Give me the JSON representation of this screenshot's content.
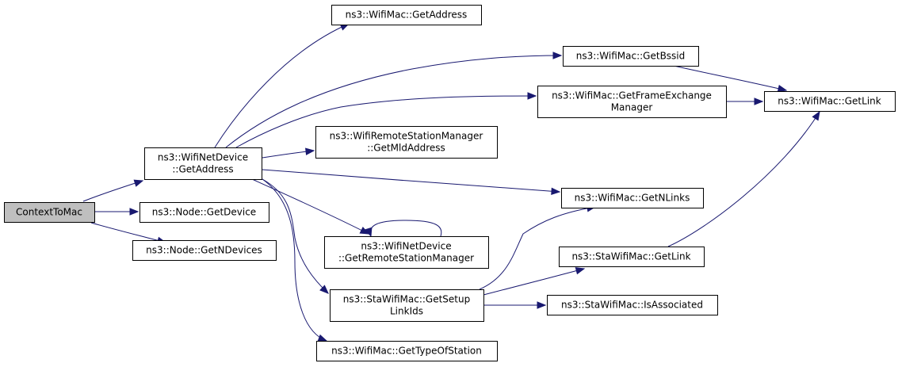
{
  "colors": {
    "edge": "#191970",
    "root_fill": "#bfbfbf",
    "node_fill": "#ffffff",
    "border": "#000000"
  },
  "nodes": [
    {
      "id": "context_to_mac",
      "lines": [
        "ContextToMac"
      ],
      "root": true
    },
    {
      "id": "wifinetdevice_getaddress",
      "lines": [
        "ns3::WifiNetDevice",
        "::GetAddress"
      ]
    },
    {
      "id": "node_getdevice",
      "lines": [
        "ns3::Node::GetDevice"
      ]
    },
    {
      "id": "node_getndevices",
      "lines": [
        "ns3::Node::GetNDevices"
      ]
    },
    {
      "id": "wifimac_getaddress",
      "lines": [
        "ns3::WifiMac::GetAddress"
      ]
    },
    {
      "id": "wifimac_getbssid",
      "lines": [
        "ns3::WifiMac::GetBssid"
      ]
    },
    {
      "id": "wifimac_getframeexchangemanager",
      "lines": [
        "ns3::WifiMac::GetFrameExchange",
        "Manager"
      ]
    },
    {
      "id": "wifiremotestationmanager_getmldaddress",
      "lines": [
        "ns3::WifiRemoteStationManager",
        "::GetMldAddress"
      ]
    },
    {
      "id": "wifimac_getnlinks",
      "lines": [
        "ns3::WifiMac::GetNLinks"
      ]
    },
    {
      "id": "wifinetdevice_getremotestationmanager",
      "lines": [
        "ns3::WifiNetDevice",
        "::GetRemoteStationManager"
      ]
    },
    {
      "id": "stawifimac_getsetuplinkids",
      "lines": [
        "ns3::StaWifiMac::GetSetup",
        "LinkIds"
      ]
    },
    {
      "id": "wifimac_gettypeofstation",
      "lines": [
        "ns3::WifiMac::GetTypeOfStation"
      ]
    },
    {
      "id": "wifimac_getlink",
      "lines": [
        "ns3::WifiMac::GetLink"
      ]
    },
    {
      "id": "stawifimac_getlink",
      "lines": [
        "ns3::StaWifiMac::GetLink"
      ]
    },
    {
      "id": "stawifimac_isassociated",
      "lines": [
        "ns3::StaWifiMac::IsAssociated"
      ]
    }
  ],
  "edges": [
    {
      "from": "context_to_mac",
      "to": "wifinetdevice_getaddress"
    },
    {
      "from": "context_to_mac",
      "to": "node_getdevice"
    },
    {
      "from": "context_to_mac",
      "to": "node_getndevices"
    },
    {
      "from": "wifinetdevice_getaddress",
      "to": "wifimac_getaddress"
    },
    {
      "from": "wifinetdevice_getaddress",
      "to": "wifimac_getbssid"
    },
    {
      "from": "wifinetdevice_getaddress",
      "to": "wifimac_getframeexchangemanager"
    },
    {
      "from": "wifinetdevice_getaddress",
      "to": "wifiremotestationmanager_getmldaddress"
    },
    {
      "from": "wifinetdevice_getaddress",
      "to": "wifimac_getnlinks"
    },
    {
      "from": "wifinetdevice_getaddress",
      "to": "wifinetdevice_getremotestationmanager"
    },
    {
      "from": "wifinetdevice_getaddress",
      "to": "stawifimac_getsetuplinkids"
    },
    {
      "from": "wifinetdevice_getaddress",
      "to": "wifimac_gettypeofstation"
    },
    {
      "from": "wifimac_getbssid",
      "to": "wifimac_getlink"
    },
    {
      "from": "wifimac_getframeexchangemanager",
      "to": "wifimac_getlink"
    },
    {
      "from": "wifinetdevice_getremotestationmanager",
      "to": "wifinetdevice_getremotestationmanager"
    },
    {
      "from": "stawifimac_getsetuplinkids",
      "to": "wifimac_getnlinks"
    },
    {
      "from": "stawifimac_getsetuplinkids",
      "to": "stawifimac_getlink"
    },
    {
      "from": "stawifimac_getsetuplinkids",
      "to": "stawifimac_isassociated"
    },
    {
      "from": "stawifimac_getlink",
      "to": "wifimac_getlink"
    }
  ]
}
